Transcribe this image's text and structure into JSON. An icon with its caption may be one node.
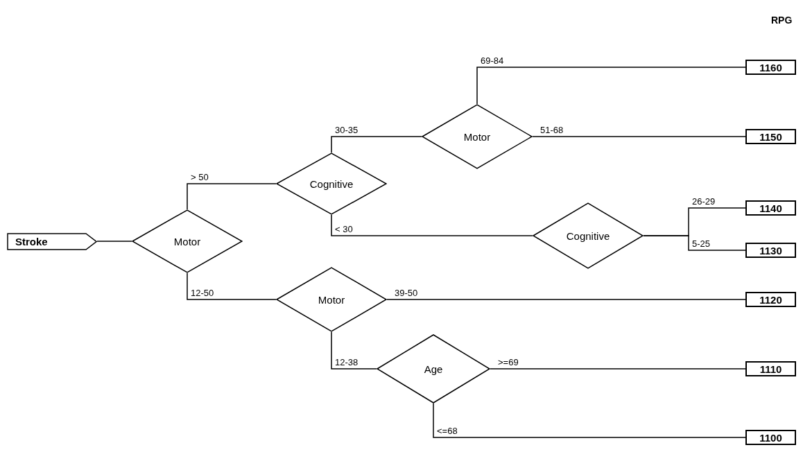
{
  "diagram": {
    "nodes": [
      {
        "text": [
          "Stroke"
        ]
      },
      {
        "text": [
          "Motor"
        ]
      },
      {
        "text": [
          "Cognitive"
        ]
      },
      {
        "text": [
          "Motor"
        ]
      },
      {
        "text": [
          "Cognitive"
        ]
      },
      {
        "text": [
          "Motor"
        ]
      },
      {
        "text": [
          "Age"
        ]
      },
      {
        "text": [
          "1160"
        ]
      },
      {
        "text": [
          "1150"
        ]
      },
      {
        "text": [
          "1140"
        ]
      },
      {
        "text": [
          "1130"
        ]
      },
      {
        "text": [
          "1120"
        ]
      },
      {
        "text": [
          "1110"
        ]
      },
      {
        "text": [
          "1100"
        ]
      }
    ],
    "edges": [
      {
        "from": 0,
        "to": 1,
        "arrow": "none"
      },
      {
        "from": 1,
        "to": 2,
        "arrow": "none",
        "label": "> 50"
      },
      {
        "from": 1,
        "to": 5,
        "arrow": "none",
        "label": "12-50"
      },
      {
        "from": 2,
        "to": 3,
        "arrow": "none",
        "label": "30-35"
      },
      {
        "from": 2,
        "to": 4,
        "arrow": "none",
        "label": "< 30"
      },
      {
        "from": 3,
        "to": 7,
        "arrow": "none",
        "label": "69-84"
      },
      {
        "from": 3,
        "to": 8,
        "arrow": "none",
        "label": "51-68"
      },
      {
        "from": 4,
        "to": 9,
        "arrow": "none",
        "label": "26-29"
      },
      {
        "from": 4,
        "to": 10,
        "arrow": "none",
        "label": "5-25"
      },
      {
        "from": 5,
        "to": 11,
        "arrow": "none",
        "label": "39-50"
      },
      {
        "from": 5,
        "to": 6,
        "arrow": "none",
        "label": "12-38"
      },
      {
        "from": 6,
        "to": 12,
        "arrow": "none",
        "label": ">=69"
      },
      {
        "from": 6,
        "to": 13,
        "arrow": "none",
        "label": "<=68"
      }
    ],
    "labels": [
      "RPG"
    ]
  }
}
